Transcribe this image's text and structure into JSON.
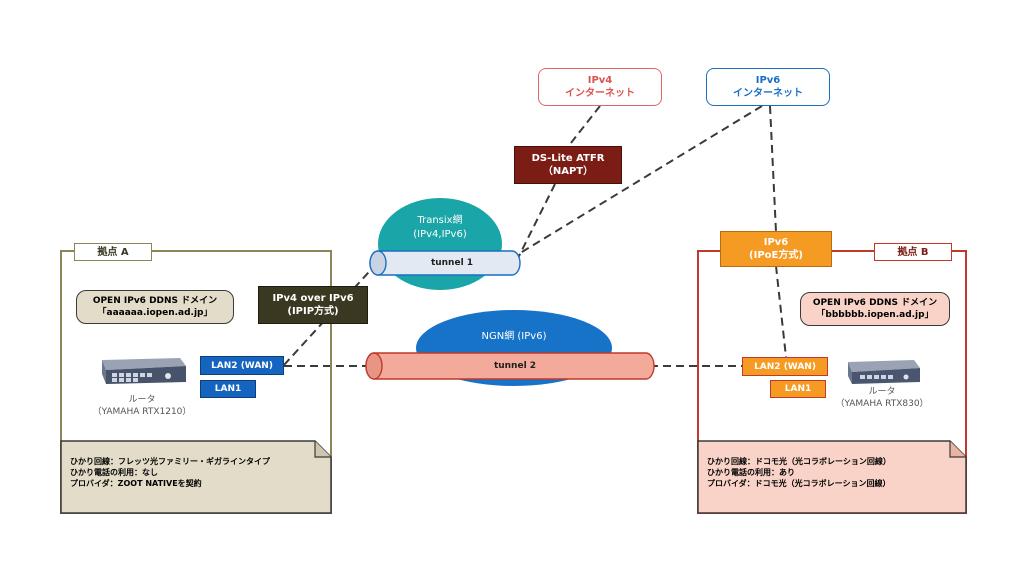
{
  "internet": {
    "ipv4": {
      "line1": "IPv4",
      "line2": "インターネット"
    },
    "ipv6": {
      "line1": "IPv6",
      "line2": "インターネット"
    }
  },
  "dslite": {
    "line1": "DS-Lite ATFR",
    "line2": "（NAPT）"
  },
  "transix": {
    "line1": "Transix網",
    "line2": "(IPv4,IPv6)"
  },
  "tunnel1": "tunnel 1",
  "ngn": "NGN網 (IPv6)",
  "tunnel2": "tunnel 2",
  "ipip": {
    "line1": "IPv4 over IPv6",
    "line2": "(IPIP方式)"
  },
  "ipoe": {
    "line1": "IPv6",
    "line2": "(IPoE方式)"
  },
  "site_a": {
    "title": "拠点 A",
    "ddns_line1": "OPEN IPv6 DDNS ドメイン",
    "ddns_line2": "「aaaaaa.iopen.ad.jp」",
    "lan2": "LAN2 (WAN)",
    "lan1": "LAN1",
    "router_label": "ルータ",
    "router_model": "（YAMAHA RTX1210）",
    "info": [
      "ひかり回線：フレッツ光ファミリー・ギガラインタイプ",
      "ひかり電話の利用：なし",
      "プロバイダ：ZOOT NATIVEを契約"
    ]
  },
  "site_b": {
    "title": "拠点 B",
    "ddns_line1": "OPEN IPv6 DDNS ドメイン",
    "ddns_line2": "「bbbbbb.iopen.ad.jp」",
    "lan2": "LAN2 (WAN)",
    "lan1": "LAN1",
    "router_label": "ルータ",
    "router_model": "（YAMAHA RTX830）",
    "info": [
      "ひかり回線：ドコモ光（光コラボレーション回線）",
      "ひかり電話の利用：あり",
      "プロバイダ：ドコモ光（光コラボレーション回線）"
    ]
  },
  "colors": {
    "site_a_border": "#8d8458",
    "site_a_fill": "#e2dcc8",
    "site_b_border": "#c0392b",
    "site_b_fill": "#f9d3c7",
    "lan_blue": "#1565c0",
    "lan_orange": "#f59a23",
    "ipip_fill": "#3b3822",
    "dslite_fill": "#7b1d14",
    "ipoe_fill": "#f59a23",
    "transix": "#1aa6a8",
    "ngn": "#1773c8",
    "tunnel1": "#e3e9f2",
    "tunnel2": "#f4aa9a"
  }
}
